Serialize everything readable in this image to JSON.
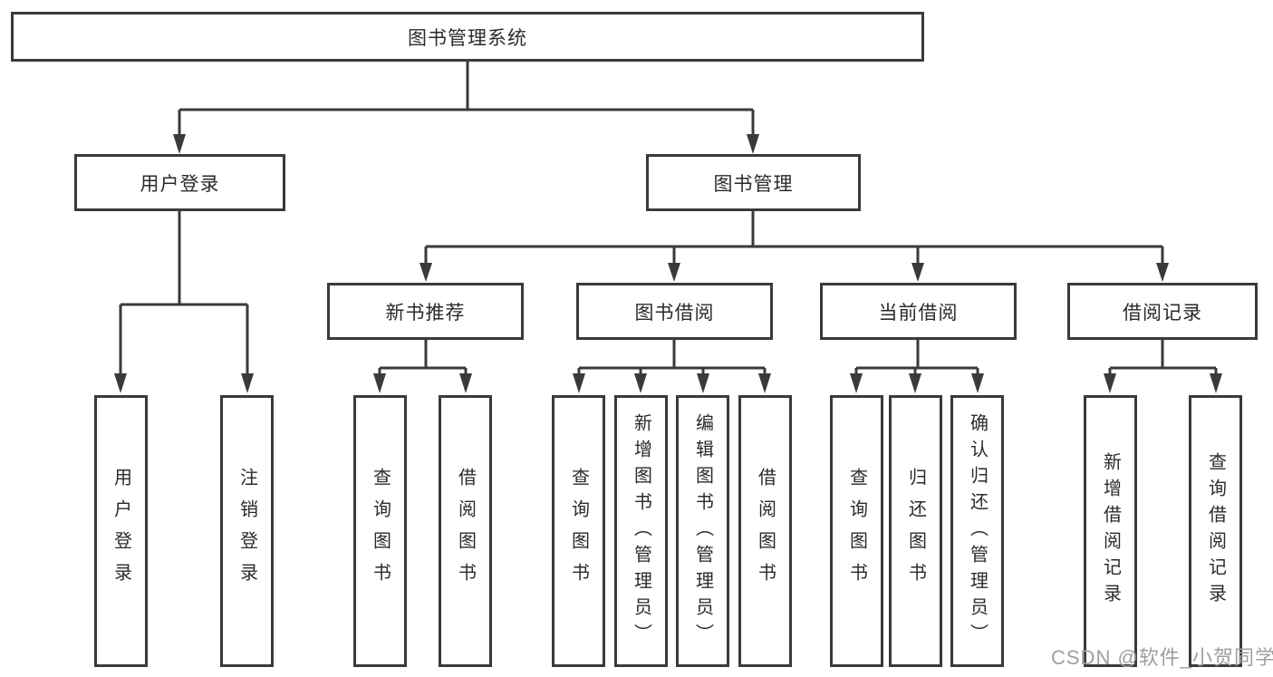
{
  "colors": {
    "line": "#3a3a3a",
    "box_border": "#3a3a3a",
    "text": "#2b2b2b",
    "watermark": "#9f9f9f",
    "background": "#ffffff"
  },
  "tree": {
    "root": "图书管理系统",
    "branches": [
      {
        "label": "用户登录",
        "children": [
          "用户登录",
          "注销登录"
        ]
      },
      {
        "label": "图书管理",
        "modules": [
          {
            "label": "新书推荐",
            "children": [
              "查询图书",
              "借阅图书"
            ]
          },
          {
            "label": "图书借阅",
            "children": [
              "查询图书",
              "新增图书（管理员）",
              "编辑图书（管理员）",
              "借阅图书"
            ]
          },
          {
            "label": "当前借阅",
            "children": [
              "查询图书",
              "归还图书",
              "确认归还（管理员）"
            ]
          },
          {
            "label": "借阅记录",
            "children": [
              "新增借阅记录",
              "查询借阅记录"
            ]
          }
        ]
      }
    ]
  },
  "watermark": {
    "text": "CSDN @软件_小贺同学"
  }
}
